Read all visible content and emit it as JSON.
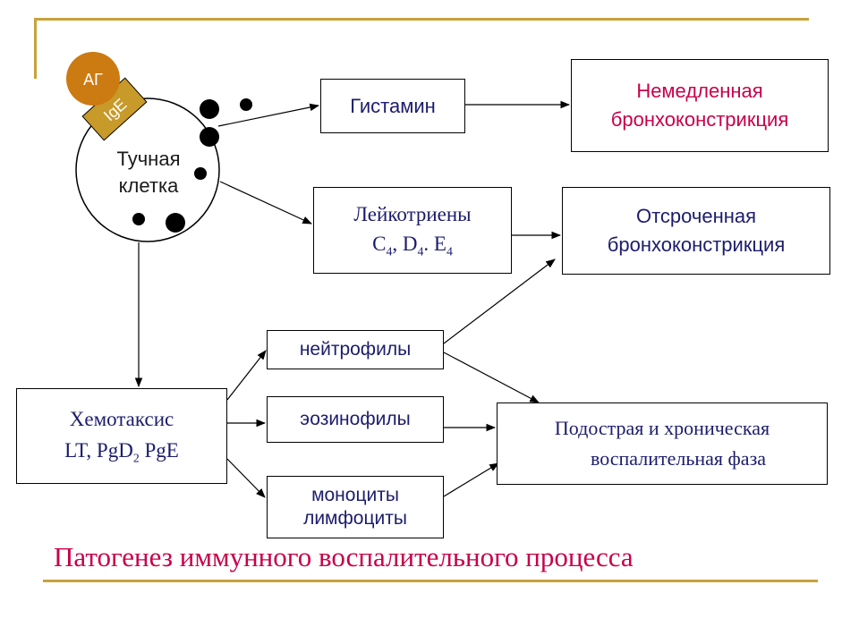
{
  "colors": {
    "accent_gold": "#c8a23a",
    "tan": "#c89a2a",
    "ag_orange": "#cc7a12",
    "navy_text": "#1c1c6e",
    "magenta_text": "#c8004a"
  },
  "mast_cell": {
    "label_line1": "Тучная",
    "label_line2": "клетка",
    "antigen": "АГ",
    "ige": "IgE"
  },
  "nodes": {
    "histamine": "Гистамин",
    "leukotrienes_line1": "Лейкотриены",
    "leukotrienes_c": "C",
    "leukotrienes_c_sub": "4",
    "leukotrienes_d": ", D",
    "leukotrienes_d_sub": "4",
    "leukotrienes_e": ". E",
    "leukotrienes_e_sub": "4",
    "immediate_line1": "Немедленная",
    "immediate_line2": "бронхоконстрикция",
    "delayed_line1": "Отсроченная",
    "delayed_line2": "бронхоконстрикция",
    "chemotaxis_line1": "Хемотаксис",
    "chemotaxis_lt": "LT,  PgD",
    "chemotaxis_sub": "2",
    "chemotaxis_pge": " PgE",
    "neutrophils": "нейтрофилы",
    "eosinophils": "эозинофилы",
    "monocytes_line1": "моноциты",
    "monocytes_line2": "лимфоциты",
    "subacute_line1": "Подострая и хроническая",
    "subacute_line2": "воспалительная фаза"
  },
  "caption": "Патогенез иммунного воспалительного процесса"
}
